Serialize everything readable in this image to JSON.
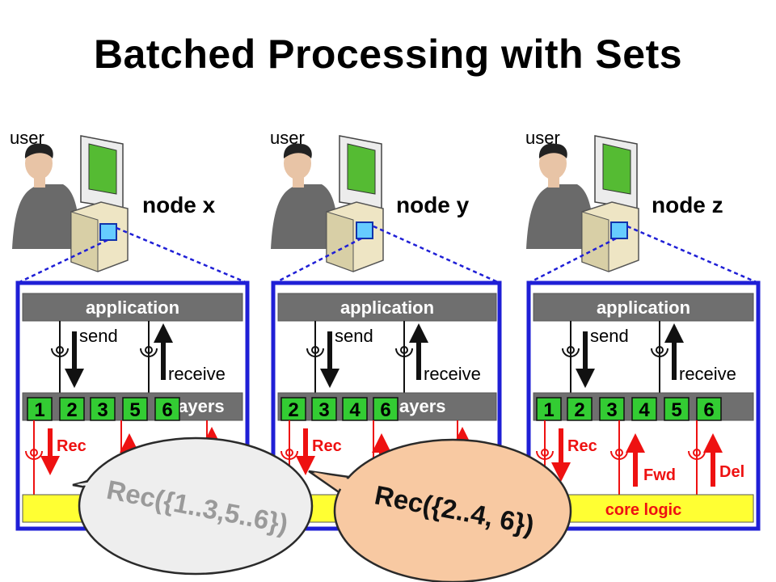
{
  "title": "Batched Processing with Sets",
  "nodes": [
    {
      "id": "x",
      "user_label": "user",
      "node_label": "node x",
      "app_label": "application",
      "send_label": "send",
      "receive_label": "receive",
      "layers_label": "layers",
      "rec_label": "Rec",
      "fwd_label": "",
      "del_label": "",
      "core_label": "",
      "chips": [
        "1",
        "2",
        "3",
        "5",
        "6"
      ]
    },
    {
      "id": "y",
      "user_label": "user",
      "node_label": "node y",
      "app_label": "application",
      "send_label": "send",
      "receive_label": "receive",
      "layers_label": "ayers",
      "rec_label": "Rec",
      "fwd_label": "",
      "del_label": "",
      "core_label": "",
      "chips": [
        "2",
        "3",
        "4",
        "6"
      ]
    },
    {
      "id": "z",
      "user_label": "user",
      "node_label": "node z",
      "app_label": "application",
      "send_label": "send",
      "receive_label": "receive",
      "layers_label": "",
      "rec_label": "Rec",
      "fwd_label": "Fwd",
      "del_label": "Del",
      "core_label": "core logic",
      "chips": [
        "1",
        "2",
        "3",
        "4",
        "5",
        "6"
      ]
    }
  ],
  "callouts": [
    {
      "text": "Rec({1..3,5..6})",
      "fill": "#eeeeee"
    },
    {
      "text": "Rec({2..4, 6})",
      "fill": "#f8c9a2"
    }
  ],
  "colors": {
    "frame": "#1f1fd6",
    "bar": "#6f6f6f",
    "chip": "#33cc33",
    "core": "#ffff33",
    "red": "#ee1111",
    "screen": "#55bb33",
    "led": "#66ccff"
  }
}
